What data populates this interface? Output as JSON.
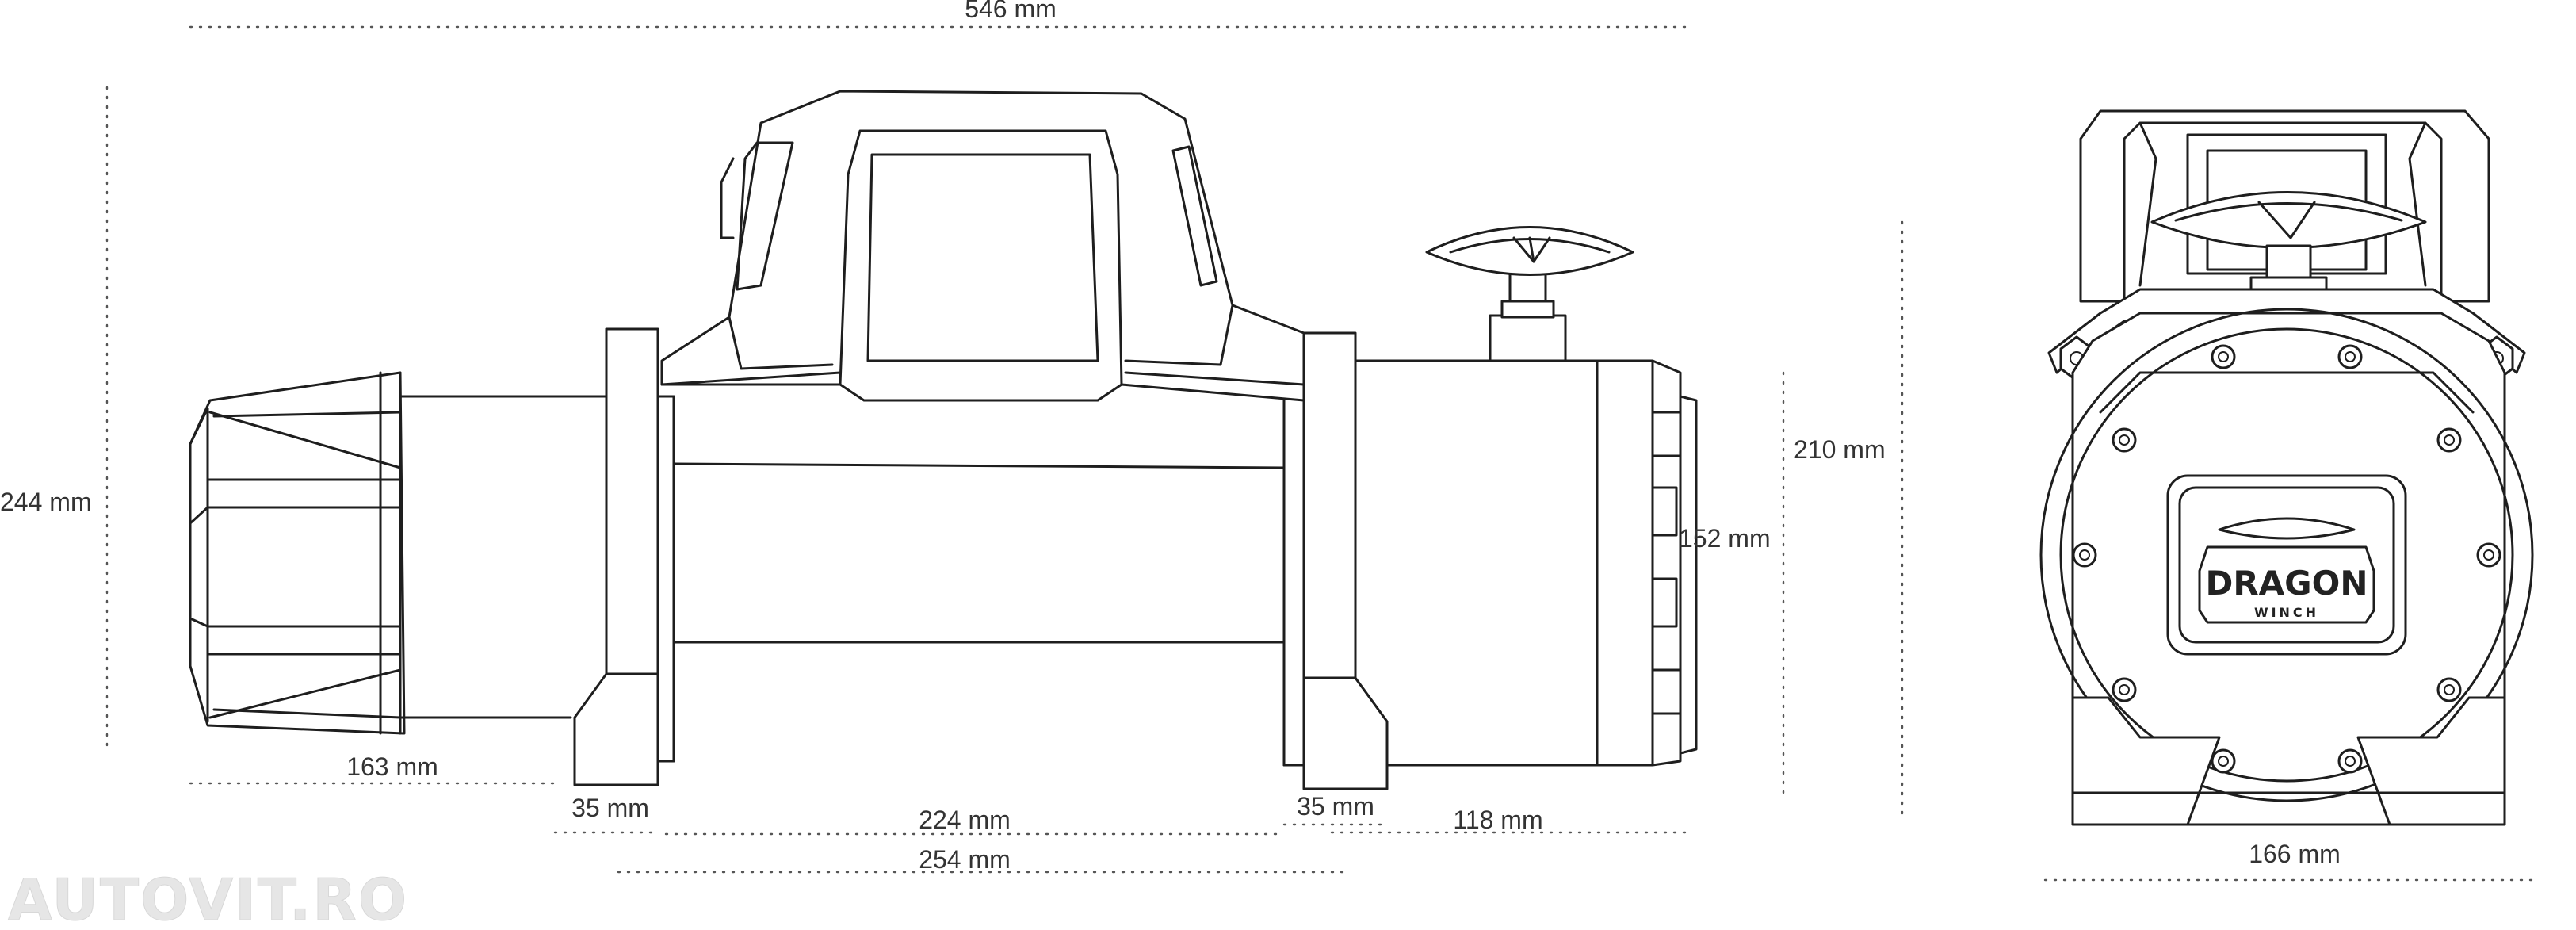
{
  "product": {
    "brand": "DRAGON",
    "sub_brand": "WINCH"
  },
  "watermark": "AUTOVIT.RO",
  "dimensions": {
    "overall_length": "546 mm",
    "overall_height": "244 mm",
    "motor_height": "210 mm",
    "end_cap_height": "152 mm",
    "gearbox_length": "163 mm",
    "left_foot": "35 mm",
    "drum_length": "224 mm",
    "right_foot": "35 mm",
    "motor_length": "118 mm",
    "foot_span": "254 mm",
    "width": "166 mm"
  },
  "colors": {
    "line": "#1e1e1e",
    "dimension_text": "#333333",
    "dotted_guides": "#555555"
  }
}
